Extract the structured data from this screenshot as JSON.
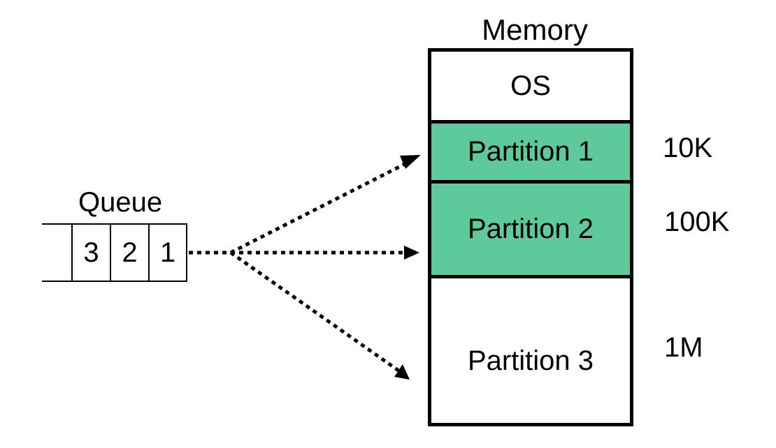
{
  "memory": {
    "title": "Memory",
    "segments": [
      {
        "label": "OS",
        "size": "",
        "fill": "#ffffff"
      },
      {
        "label": "Partition 1",
        "size": "10K",
        "fill": "#5ec99b"
      },
      {
        "label": "Partition 2",
        "size": "100K",
        "fill": "#5ec99b"
      },
      {
        "label": "Partition 3",
        "size": "1M",
        "fill": "#ffffff"
      }
    ]
  },
  "queue": {
    "title": "Queue",
    "items": [
      "3",
      "2",
      "1"
    ]
  },
  "colors": {
    "partition_fill": "#5ec99b",
    "line": "#000000"
  }
}
